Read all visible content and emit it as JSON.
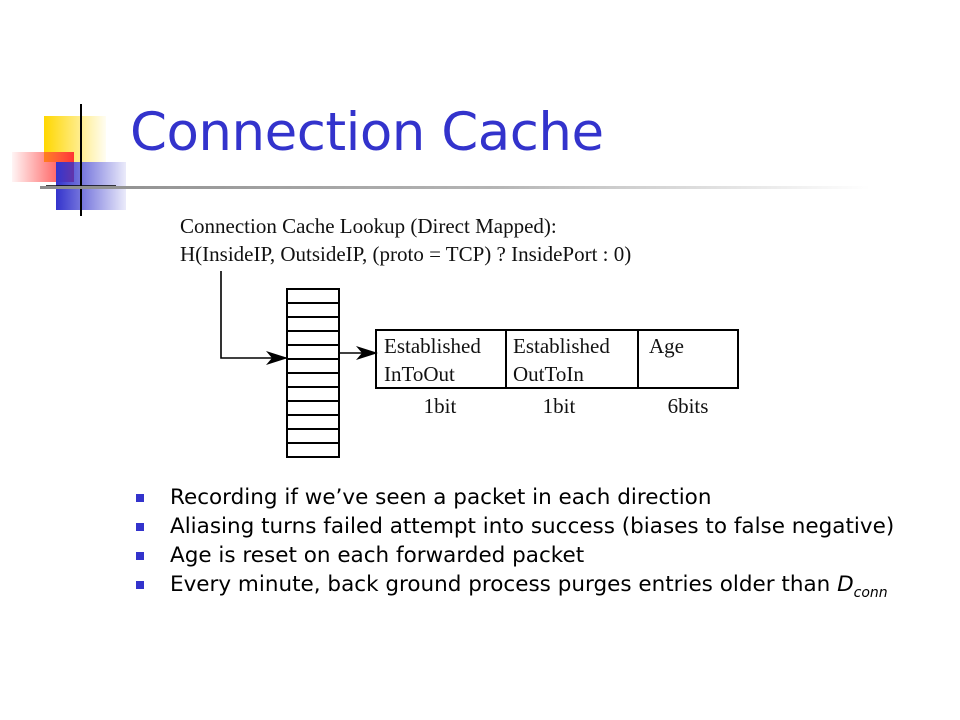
{
  "slide": {
    "title": "Connection Cache"
  },
  "diagram": {
    "header_line1": "Connection Cache Lookup (Direct Mapped):",
    "header_line2": "H(InsideIP, OutsideIP, (proto = TCP) ? InsidePort : 0)",
    "fields": [
      {
        "line1": "Established",
        "line2": "InToOut",
        "size": "1bit"
      },
      {
        "line1": "Established",
        "line2": "OutToIn",
        "size": "1bit"
      },
      {
        "line1": "Age",
        "line2": "",
        "size": "6bits"
      }
    ]
  },
  "bullets": [
    {
      "text": "Recording if we’ve seen a packet in each direction"
    },
    {
      "text": "Aliasing turns failed attempt into success (biases to false negative)"
    },
    {
      "text": "Age is reset on each forwarded packet"
    },
    {
      "text": "Every minute, back ground process purges entries older than ",
      "var": "D",
      "sub": "conn"
    }
  ],
  "colors": {
    "title": "#3333cc",
    "bullet": "#3333cc",
    "logo_yellow": "#ffd700",
    "logo_red": "#ff3333",
    "logo_blue": "#3333cc"
  }
}
